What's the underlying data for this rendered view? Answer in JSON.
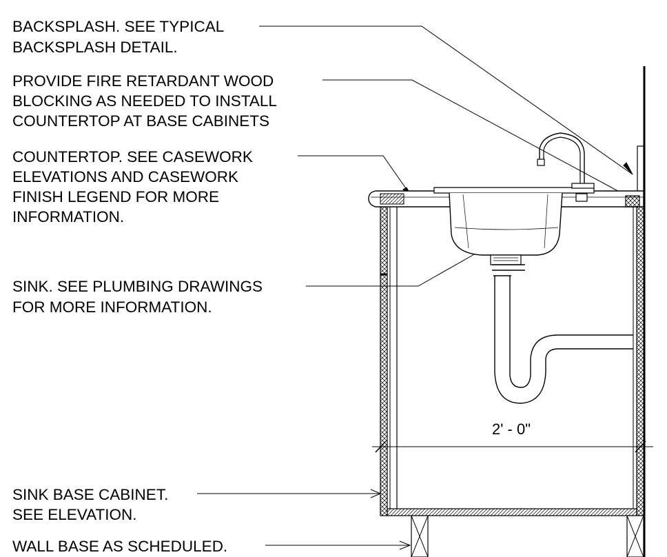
{
  "drawing": {
    "notes": {
      "backsplash": [
        "BACKSPLASH. SEE TYPICAL",
        "BACKSPLASH DETAIL."
      ],
      "blocking": [
        "PROVIDE FIRE RETARDANT WOOD",
        "BLOCKING AS NEEDED TO INSTALL",
        "COUNTERTOP AT BASE CABINETS"
      ],
      "countertop": [
        "COUNTERTOP. SEE CASEWORK",
        "ELEVATIONS AND CASEWORK",
        "FINISH LEGEND FOR MORE",
        "INFORMATION."
      ],
      "sink": [
        "SINK. SEE PLUMBING DRAWINGS",
        "FOR MORE INFORMATION."
      ],
      "cabinet": [
        "SINK BASE CABINET.",
        "SEE ELEVATION."
      ],
      "wall_base": [
        "WALL BASE AS SCHEDULED."
      ]
    },
    "dimension": "2' - 0\""
  }
}
